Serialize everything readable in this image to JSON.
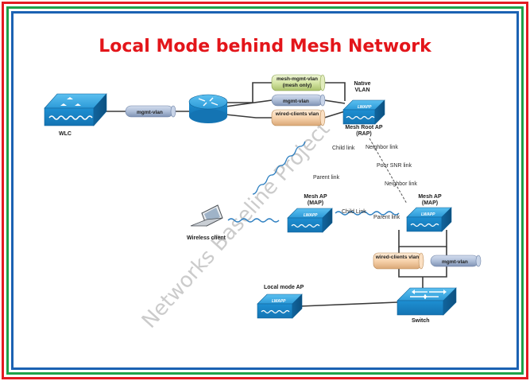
{
  "title": "Local Mode behind Mesh Network",
  "watermark": "Networks Baseline Project",
  "nodes": {
    "wlc": "WLC",
    "native_vlan": "Native VLAN",
    "rap": "Mesh Root AP (RAP)",
    "map_left": "Mesh AP (MAP)",
    "map_right": "Mesh AP (MAP)",
    "wireless_client": "Wireless client",
    "local_mode_ap": "Local mode AP",
    "switch": "Switch"
  },
  "vlans": {
    "mgmt_vlan": "mgmt-vlan",
    "mesh_mgmt_vlan": "mesh-mgmt-vlan (mesh only)",
    "mgmt_vlan_2": "mgmt-vlan",
    "wired_clients_vlan": "wired-clients vlan",
    "wired_clients_vlan_2": "wired-clients vlan",
    "mgmt_vlan_3": "mgmt-vlan"
  },
  "links": {
    "child_link_1": "Child link",
    "parent_link_1": "Parent link",
    "neighbor_link_1": "Neighbor link",
    "poor_snr_link": "Poor SNR link",
    "neighbor_link_2": "Neighbor link",
    "child_link_2": "Child Link",
    "parent_link_2": "Parent link"
  },
  "ap_badge": "LWAPP",
  "colors": {
    "red_border": "#e31b23",
    "green_border": "#1ea14a",
    "blue_border": "#1b62b3",
    "title": "#e3151a",
    "device_blue": "#1e8fd2",
    "tube_blue": "#aebed8",
    "tube_green": "#d6e6a6",
    "tube_orange": "#f7d3ad"
  }
}
